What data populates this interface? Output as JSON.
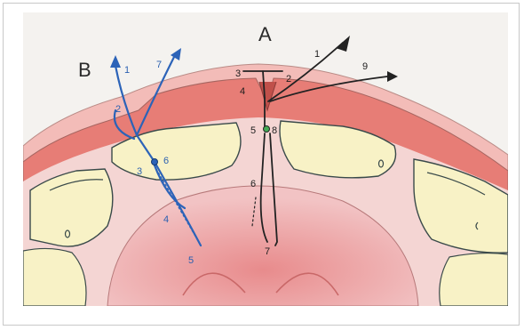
{
  "labels": {
    "A": "A",
    "B": "B"
  },
  "black_suture": {
    "n1": "1",
    "n2": "2",
    "n3": "3",
    "n4": "4",
    "n5": "5",
    "n6": "6",
    "n7": "7",
    "n8": "8",
    "n9": "9"
  },
  "blue_suture": {
    "n1": "1",
    "n2": "2",
    "n3": "3",
    "n4": "4",
    "n5": "5",
    "n6": "6",
    "n7": "7"
  },
  "colors": {
    "background": "#f4f2ef",
    "skin_outer": "#f2b9b5",
    "skin_inner": "#e97b74",
    "cartilage": "#f8f3c8",
    "deep_tissue": "#f3cfd0",
    "core": "#eb9a9b",
    "black_suture": "#222222",
    "blue_suture": "#2c63b8"
  }
}
